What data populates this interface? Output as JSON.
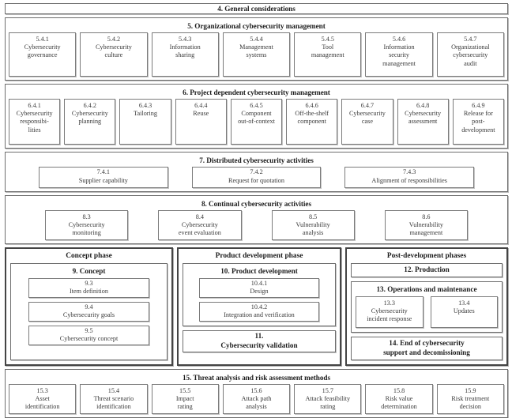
{
  "sections": [
    {
      "id": "sec4",
      "title": "4. General considerations",
      "items": []
    },
    {
      "id": "sec5",
      "title": "5. Organizational cybersecurity management",
      "items": [
        {
          "num": "5.4.1",
          "label": "Cybersecurity\ngovernance"
        },
        {
          "num": "5.4.2",
          "label": "Cybersecurity\nculture"
        },
        {
          "num": "5.4.3",
          "label": "Information\nsharing"
        },
        {
          "num": "5.4.4",
          "label": "Management\nsystems"
        },
        {
          "num": "5.4.5",
          "label": "Tool\nmanagement"
        },
        {
          "num": "5.4.6",
          "label": "Information\nsecurity\nmanagement"
        },
        {
          "num": "5.4.7",
          "label": "Organizational\ncybersecurity\naudit"
        }
      ]
    },
    {
      "id": "sec6",
      "title": "6. Project dependent cybersecurity management",
      "items": [
        {
          "num": "6.4.1",
          "label": "Cybersecurity\nresponsibi-\nlities"
        },
        {
          "num": "6.4.2",
          "label": "Cybersecurity\nplanning"
        },
        {
          "num": "6.4.3",
          "label": "Tailoring"
        },
        {
          "num": "6.4.4",
          "label": "Reuse"
        },
        {
          "num": "6.4.5",
          "label": "Component\nout-of-context"
        },
        {
          "num": "6.4.6",
          "label": "Off-the-shelf\ncomponent"
        },
        {
          "num": "6.4.7",
          "label": "Cybersecurity\ncase"
        },
        {
          "num": "6.4.8",
          "label": "Cybersecurity\nassessment"
        },
        {
          "num": "6.4.9",
          "label": "Release for\npost-\ndevelopment"
        }
      ]
    },
    {
      "id": "sec7",
      "title": "7. Distributed cybersecurity activities",
      "items": [
        {
          "num": "7.4.1",
          "label": "Supplier capability"
        },
        {
          "num": "7.4.2",
          "label": "Request for quotation"
        },
        {
          "num": "7.4.3",
          "label": "Alignment of responsibilities"
        }
      ]
    },
    {
      "id": "sec8",
      "title": "8. Continual cybersecurity activities",
      "items": [
        {
          "num": "8.3",
          "label": "Cybersecurity\nmonitoring"
        },
        {
          "num": "8.4",
          "label": "Cybersecurity\nevent evaluation"
        },
        {
          "num": "8.5",
          "label": "Vulnerability\nanalysis"
        },
        {
          "num": "8.6",
          "label": "Vulnerability\nmanagement"
        }
      ]
    }
  ],
  "phases": {
    "concept": {
      "title": "Concept phase",
      "inner_title": "9. Concept",
      "items": [
        {
          "num": "9.3",
          "label": "Item definition"
        },
        {
          "num": "9.4",
          "label": "Cybersecurity goals"
        },
        {
          "num": "9.5",
          "label": "Cybersecurity concept"
        }
      ]
    },
    "product": {
      "title": "Product development phase",
      "inner_title": "10. Product development",
      "items": [
        {
          "num": "10.4.1",
          "label": "Design"
        },
        {
          "num": "10.4.2",
          "label": "Integration and verification"
        }
      ],
      "validation": {
        "num": "11.",
        "label": "Cybersecurity validation"
      }
    },
    "post": {
      "title": "Post-development phases",
      "production": "12. Production",
      "ops_title": "13. Operations and maintenance",
      "ops_items": [
        {
          "num": "13.3",
          "label": "Cybersecurity\nincident response"
        },
        {
          "num": "13.4",
          "label": "Updates"
        }
      ],
      "end": {
        "num": "14. End of cybersecurity",
        "label": "support and decomissioning"
      }
    }
  },
  "section15": {
    "title": "15. Threat analysis and risk assessment methods",
    "items": [
      {
        "num": "15.3",
        "label": "Asset\nidentification"
      },
      {
        "num": "15.4",
        "label": "Threat scenario\nidentification"
      },
      {
        "num": "15.5",
        "label": "Impact\nrating"
      },
      {
        "num": "15.6",
        "label": "Attack path\nanalysis"
      },
      {
        "num": "15.7",
        "label": "Attack feasibility\nrating"
      },
      {
        "num": "15.8",
        "label": "Risk value\ndetermination"
      },
      {
        "num": "15.9",
        "label": "Risk treatment\ndecision"
      }
    ]
  },
  "colors": {
    "background": "#ffffff",
    "band_border": "#6e6e6e",
    "leaf_border": "#7b7b7b",
    "phase_border": "#444444",
    "title_text": "#1d1d1d",
    "leaf_text": "#3a3a3a"
  }
}
